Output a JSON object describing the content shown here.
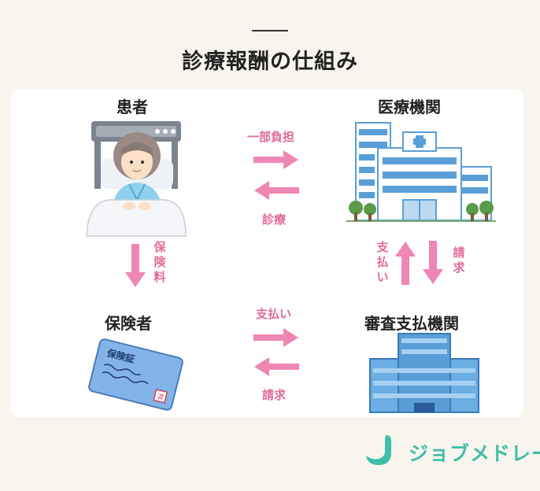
{
  "title": "診療報酬の仕組み",
  "nodes": {
    "patient": "患者",
    "medical": "医療機関",
    "insurer": "保険者",
    "review": "審査支払機関"
  },
  "flows": {
    "copay": "一部負担",
    "treatment": "診療",
    "premium": "保険料",
    "payment_right": "支払い",
    "claim_right": "請求",
    "payment_bottom": "支払い",
    "claim_bottom": "請求"
  },
  "card": {
    "label": "保険証",
    "stamp": "済"
  },
  "logo": {
    "text": "ジョブメドレー"
  },
  "colors": {
    "arrow": "#ef86b4",
    "text_pink": "#e06a9a",
    "brand": "#3fbfa8",
    "building": "#5a9ed8",
    "panel": "#ffffff",
    "background": "#f8f5ee"
  }
}
